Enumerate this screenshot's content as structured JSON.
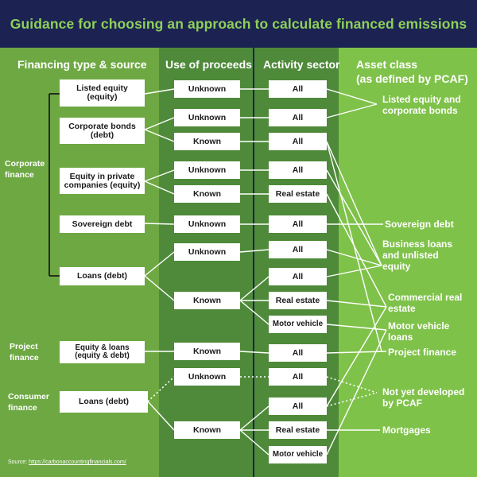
{
  "title": "Guidance for choosing an approach to calculate financed emissions",
  "headers": {
    "financing": "Financing type & source",
    "proceeds": "Use of proceeds",
    "sector": "Activity sector",
    "asset_line1": "Asset class",
    "asset_line2": "(as defined by PCAF)"
  },
  "groups": {
    "corporate_line1": "Corporate",
    "corporate_line2": "finance",
    "project_line1": "Project",
    "project_line2": "finance",
    "consumer_line1": "Consumer",
    "consumer_line2": "finance"
  },
  "financing_boxes": [
    {
      "line1": "Listed equity",
      "line2": "(equity)"
    },
    {
      "line1": "Corporate bonds",
      "line2": "(debt)"
    },
    {
      "line1": "Equity in private",
      "line2": "companies (equity)"
    },
    {
      "line1": "Sovereign debt",
      "line2": ""
    },
    {
      "line1": "Loans (debt)",
      "line2": ""
    },
    {
      "line1": "Equity & loans",
      "line2": "(equity & debt)"
    },
    {
      "line1": "Loans (debt)",
      "line2": ""
    }
  ],
  "proceeds_boxes": [
    "Unknown",
    "Unknown",
    "Known",
    "Unknown",
    "Known",
    "Unknown",
    "Unknown",
    "Known",
    "Known",
    "Unknown",
    "Known"
  ],
  "sector_boxes": [
    "All",
    "All",
    "All",
    "All",
    "Real estate",
    "All",
    "All",
    "All",
    "Real estate",
    "Motor vehicle",
    "All",
    "All",
    "All",
    "Real estate",
    "Motor vehicle"
  ],
  "asset_classes": [
    {
      "line1": "Listed equity and",
      "line2": "corporate bonds",
      "line3": ""
    },
    {
      "line1": "Sovereign debt",
      "line2": "",
      "line3": ""
    },
    {
      "line1": "Business loans",
      "line2": "and unlisted",
      "line3": "equity"
    },
    {
      "line1": "Commercial real",
      "line2": "estate",
      "line3": ""
    },
    {
      "line1": "Motor vehicle",
      "line2": "loans",
      "line3": ""
    },
    {
      "line1": "Project finance",
      "line2": "",
      "line3": ""
    },
    {
      "line1": "Not yet developed",
      "line2": "by PCAF",
      "line3": ""
    },
    {
      "line1": "Mortgages",
      "line2": "",
      "line3": ""
    }
  ],
  "source": {
    "label": "Source: ",
    "url": "https://carbonaccountingfinancials.com/"
  },
  "colors": {
    "title_bg": "#1c2352",
    "title_text": "#8ed05a",
    "base_green": "#6ea843",
    "dark_green": "#4f8a3a",
    "asset_green": "#7fc24a",
    "box": "#ffffff",
    "bracket": "#111111"
  }
}
